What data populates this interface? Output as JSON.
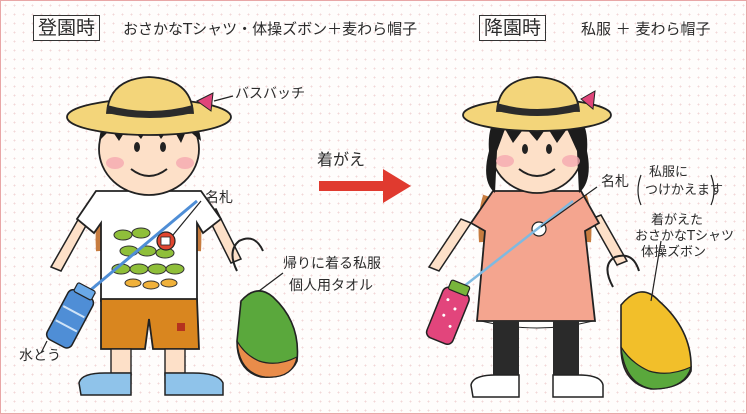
{
  "header": {
    "arrival_box": "登園時",
    "arrival_text": "おさかなTシャツ・体操ズボン＋麦わら帽子",
    "departure_box": "降園時",
    "departure_text": "私服 ＋ 麦わら帽子"
  },
  "arrow_label": "着がえ",
  "labels": {
    "bus_badge": "バスバッチ",
    "name_tag_left": "名札",
    "water_bottle": "水とう",
    "bag_line1": "帰りに着る私服",
    "bag_line2": "個人用タオル",
    "name_tag_right": "名札",
    "name_tag_note_line1": "私服に",
    "name_tag_note_line2": "つけかえます",
    "bag2_line1": "着がえた",
    "bag2_line2": "おさかなTシャツ",
    "bag2_line3": "体操ズボン"
  },
  "colors": {
    "hat": "#f3d57a",
    "ribbon": "#e0457a",
    "arrow": "#e03a2f",
    "tshirt": "#ffffff",
    "shorts": "#d9861f",
    "dress": "#f4a58f",
    "backpack": "#c77c3f",
    "water_bottle": "#4f8ed6",
    "pink_bottle": "#e2457c",
    "bag_green": "#5aa83c",
    "bag_orange": "#e98c4a",
    "bag_yellow": "#f2bf2a"
  }
}
